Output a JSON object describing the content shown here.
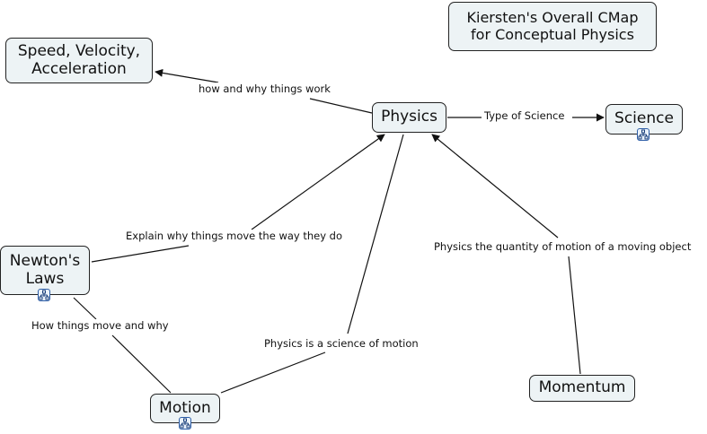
{
  "title": "Kiersten's Overall CMap\nfor Conceptual Physics",
  "concepts": {
    "physics": "Physics",
    "science": "Science",
    "speed": "Speed, Velocity,\nAcceleration",
    "newtons_laws": "Newton's\nLaws",
    "motion": "Motion",
    "momentum": "Momentum"
  },
  "links": {
    "type_of_science": "Type of Science",
    "how_and_why": "how and why things work",
    "explain_why": "Explain why things move the way they do",
    "physics_science_motion": "Physics is a science of motion",
    "quantity_of_motion": "Physics the quantity of motion of a moving object",
    "how_things_move": "How things move and why"
  },
  "icons": {
    "submap": "submap-icon"
  },
  "colors": {
    "node_fill": "#edf3f5",
    "node_border": "#222222",
    "line": "#111111",
    "submap_border": "#2e5fa8"
  }
}
